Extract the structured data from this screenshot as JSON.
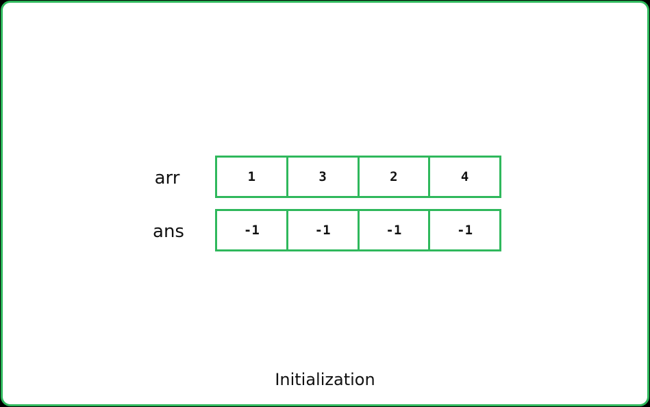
{
  "rows": [
    {
      "label": "arr",
      "cells": [
        "1",
        "3",
        "2",
        "4"
      ]
    },
    {
      "label": "ans",
      "cells": [
        "-1",
        "-1",
        "-1",
        "-1"
      ]
    }
  ],
  "caption": "Initialization",
  "colors": {
    "accent": "#2fb85c",
    "background": "#ffffff",
    "outer": "#000000",
    "text": "#111111"
  }
}
